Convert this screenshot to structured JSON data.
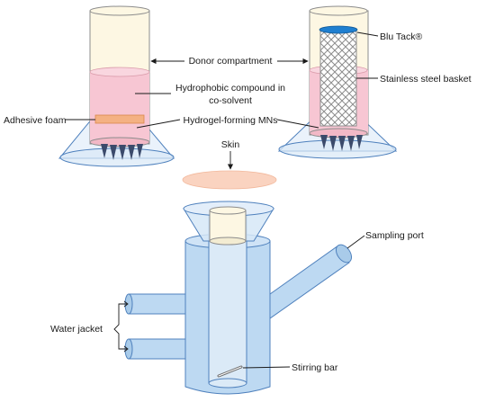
{
  "labels": {
    "donor_compartment": "Donor compartment",
    "blu_tack": "Blu Tack®",
    "stainless_steel_basket": "Stainless steel basket",
    "hydrophobic_line1": "Hydrophobic compound in",
    "hydrophobic_line2": "co-solvent",
    "adhesive_foam": "Adhesive foam",
    "hydrogel_mns": "Hydrogel-forming MNs",
    "skin": "Skin",
    "sampling_port": "Sampling port",
    "water_jacket": "Water jacket",
    "stirring_bar": "Stirring bar"
  },
  "colors": {
    "cylinder_fill": "#fdf7e3",
    "liquid_fill": "#f7c6d3",
    "glass_blue": "#bcd7f0",
    "cell_blue": "#bdd9f2",
    "outline_blue": "#4f81bd",
    "foam": "#f4b183",
    "skin_fill": "#fad3c0",
    "blu_tack": "#1f7fd0",
    "needle": "#3b4a6b"
  }
}
